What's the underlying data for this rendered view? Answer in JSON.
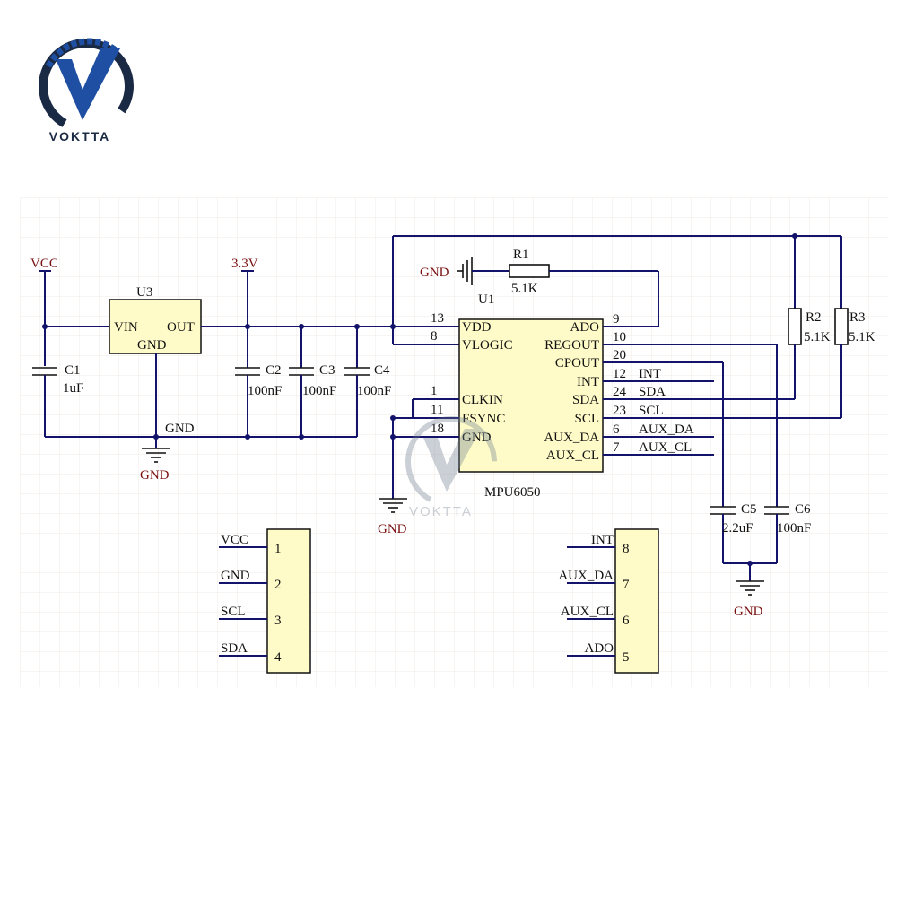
{
  "brand": {
    "name": "VOKTTA",
    "watermark": "VOKTTA"
  },
  "power": {
    "vcc": "VCC",
    "v33": "3.3V",
    "gnd": "GND"
  },
  "regulator": {
    "ref": "U3",
    "vin": "VIN",
    "out": "OUT",
    "gnd": "GND"
  },
  "capacitors": {
    "c1": {
      "ref": "C1",
      "value": "1uF"
    },
    "c2": {
      "ref": "C2",
      "value": "100nF"
    },
    "c3": {
      "ref": "C3",
      "value": "100nF"
    },
    "c4": {
      "ref": "C4",
      "value": "100nF"
    },
    "c5": {
      "ref": "C5",
      "value": "2.2uF"
    },
    "c6": {
      "ref": "C6",
      "value": "100nF"
    }
  },
  "resistors": {
    "r1": {
      "ref": "R1",
      "value": "5.1K"
    },
    "r2": {
      "ref": "R2",
      "value": "5.1K"
    },
    "r3": {
      "ref": "R3",
      "value": "5.1K"
    }
  },
  "gnd_symbol_label": "U1",
  "mpu": {
    "name": "MPU6050",
    "left_pins": [
      {
        "num": "13",
        "name": "VDD"
      },
      {
        "num": "8",
        "name": "VLOGIC"
      },
      {
        "num": "1",
        "name": "CLKIN"
      },
      {
        "num": "11",
        "name": "FSYNC"
      },
      {
        "num": "18",
        "name": "GND"
      }
    ],
    "right_pins": [
      {
        "num": "9",
        "name": "ADO"
      },
      {
        "num": "10",
        "name": "REGOUT"
      },
      {
        "num": "20",
        "name": "CPOUT"
      },
      {
        "num": "12",
        "name": "INT",
        "net": "INT"
      },
      {
        "num": "24",
        "name": "SDA",
        "net": "SDA"
      },
      {
        "num": "23",
        "name": "SCL",
        "net": "SCL"
      },
      {
        "num": "6",
        "name": "AUX_DA",
        "net": "AUX_DA"
      },
      {
        "num": "7",
        "name": "AUX_CL",
        "net": "AUX_CL"
      }
    ]
  },
  "connector_left": [
    {
      "label": "VCC",
      "num": "1"
    },
    {
      "label": "GND",
      "num": "2"
    },
    {
      "label": "SCL",
      "num": "3"
    },
    {
      "label": "SDA",
      "num": "4"
    }
  ],
  "connector_right": [
    {
      "label": "INT",
      "num": "8"
    },
    {
      "label": "AUX_DA",
      "num": "7"
    },
    {
      "label": "AUX_CL",
      "num": "6"
    },
    {
      "label": "ADO",
      "num": "5"
    }
  ],
  "colors": {
    "wire": "#13136b",
    "chip_fill": "#fffbc8",
    "power_text": "#7a1010",
    "grid": "#f1e9e4",
    "logo_blue": "#1f4fa3",
    "logo_dark": "#1b2a44"
  }
}
